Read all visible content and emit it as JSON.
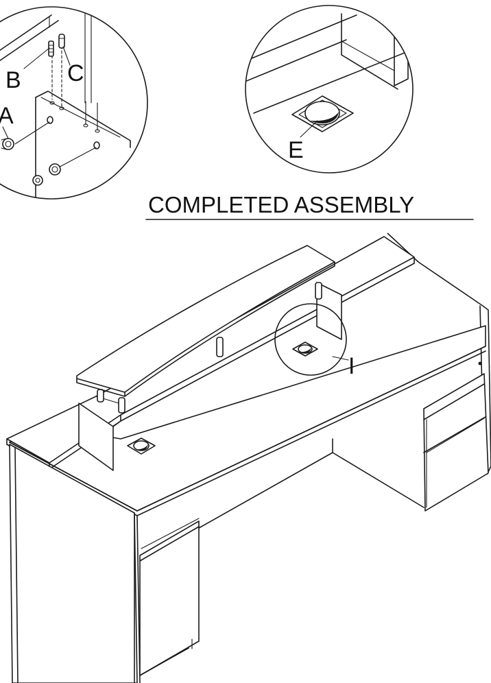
{
  "title": "COMPLETED ASSEMBLY",
  "callouts": {
    "a": "A",
    "b": "B",
    "c": "C",
    "e": "E",
    "i": "I"
  },
  "colors": {
    "line": "#1a1a1a",
    "background": "#ffffff"
  }
}
